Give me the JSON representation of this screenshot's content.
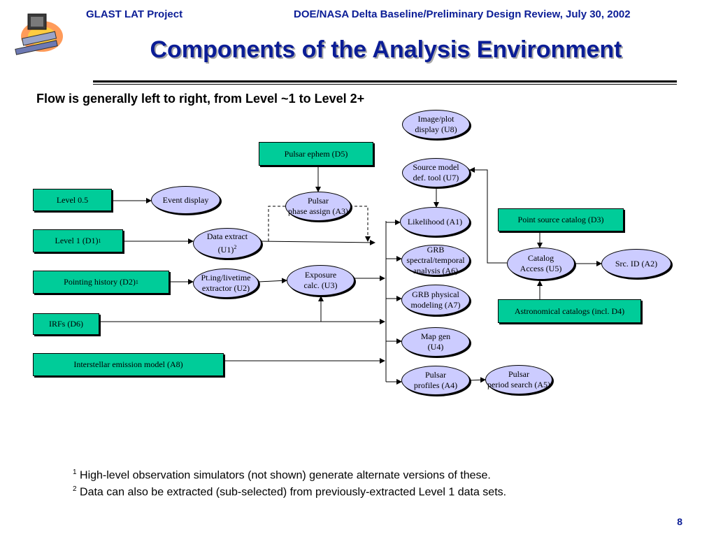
{
  "header": {
    "project": "GLAST LAT Project",
    "review": "DOE/NASA Delta Baseline/Preliminary Design Review, July 30, 2002"
  },
  "title": "Components of the Analysis Environment",
  "subtitle": "Flow is generally left to right, from Level ~1 to Level 2+",
  "diagram": {
    "level05": "Level 0.5",
    "level1": "Level 1 (D1)",
    "pointing": "Pointing history (D2)",
    "irfs": "IRFs (D6)",
    "interstellar": "Interstellar emission model (A8)",
    "pulsar_ephem": "Pulsar ephem (D5)",
    "point_catalog": "Point source catalog (D3)",
    "astro_catalogs": "Astronomical catalogs (incl. D4)",
    "event_display": "Event display",
    "data_extract": "Data extract\n(U1)",
    "ptg_livetime": "Pt.ing/livetime\nextractor (U2)",
    "pulsar_phase": "Pulsar\nphase assign (A3)",
    "exposure": "Exposure\ncalc. (U3)",
    "image_plot": "Image/plot\ndisplay (U8)",
    "source_model": "Source model\ndef. tool (U7)",
    "likelihood": "Likelihood (A1)",
    "grb_spectral": "GRB spectral/temporal\nanalysis (A6)",
    "grb_physical": "GRB physical\nmodeling (A7)",
    "map_gen": "Map gen\n(U4)",
    "pulsar_profiles": "Pulsar\nprofiles (A4)",
    "pulsar_period": "Pulsar\nperiod search (A5)",
    "catalog_access": "Catalog\nAccess (U5)",
    "src_id": "Src. ID (A2)",
    "sup1": "1",
    "sup2": "2"
  },
  "footnotes": {
    "fn1_mark": "1",
    "fn1_text": " High-level observation simulators (not shown) generate alternate versions of these.",
    "fn2_mark": "2",
    "fn2_text": " Data can also be extracted (sub-selected) from previously-extracted Level 1 data sets."
  },
  "page_number": "8",
  "colors": {
    "header_blue": "#0b1d96",
    "box_green": "#00cc99",
    "oval_lavender": "#ccccff"
  },
  "logo_icon": "glast-satellite-logo"
}
